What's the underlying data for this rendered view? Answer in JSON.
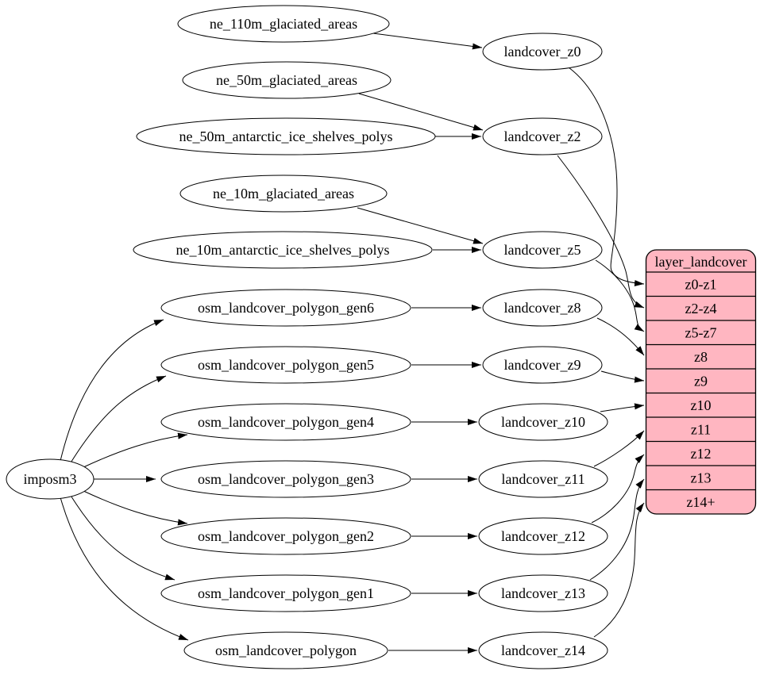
{
  "diagram_type": "dependency-graph",
  "colors": {
    "table_fill": "#ffb6c1",
    "node_fill": "#ffffff",
    "stroke": "#000000",
    "background": "#ffffff"
  },
  "nodes": {
    "imposm3": {
      "label": "imposm3"
    },
    "ne_110m_glaciated_areas": {
      "label": "ne_110m_glaciated_areas"
    },
    "ne_50m_glaciated_areas": {
      "label": "ne_50m_glaciated_areas"
    },
    "ne_50m_antarctic_ice_shelves_polys": {
      "label": "ne_50m_antarctic_ice_shelves_polys"
    },
    "ne_10m_glaciated_areas": {
      "label": "ne_10m_glaciated_areas"
    },
    "ne_10m_antarctic_ice_shelves_polys": {
      "label": "ne_10m_antarctic_ice_shelves_polys"
    },
    "osm_landcover_polygon_gen6": {
      "label": "osm_landcover_polygon_gen6"
    },
    "osm_landcover_polygon_gen5": {
      "label": "osm_landcover_polygon_gen5"
    },
    "osm_landcover_polygon_gen4": {
      "label": "osm_landcover_polygon_gen4"
    },
    "osm_landcover_polygon_gen3": {
      "label": "osm_landcover_polygon_gen3"
    },
    "osm_landcover_polygon_gen2": {
      "label": "osm_landcover_polygon_gen2"
    },
    "osm_landcover_polygon_gen1": {
      "label": "osm_landcover_polygon_gen1"
    },
    "osm_landcover_polygon": {
      "label": "osm_landcover_polygon"
    },
    "landcover_z0": {
      "label": "landcover_z0"
    },
    "landcover_z2": {
      "label": "landcover_z2"
    },
    "landcover_z5": {
      "label": "landcover_z5"
    },
    "landcover_z8": {
      "label": "landcover_z8"
    },
    "landcover_z9": {
      "label": "landcover_z9"
    },
    "landcover_z10": {
      "label": "landcover_z10"
    },
    "landcover_z11": {
      "label": "landcover_z11"
    },
    "landcover_z12": {
      "label": "landcover_z12"
    },
    "landcover_z13": {
      "label": "landcover_z13"
    },
    "landcover_z14": {
      "label": "landcover_z14"
    }
  },
  "table": {
    "title": "layer_landcover",
    "rows": [
      "z0-z1",
      "z2-z4",
      "z5-z7",
      "z8",
      "z9",
      "z10",
      "z11",
      "z12",
      "z13",
      "z14+"
    ]
  },
  "edges": [
    {
      "from": "imposm3",
      "to": "osm_landcover_polygon_gen6"
    },
    {
      "from": "imposm3",
      "to": "osm_landcover_polygon_gen5"
    },
    {
      "from": "imposm3",
      "to": "osm_landcover_polygon_gen4"
    },
    {
      "from": "imposm3",
      "to": "osm_landcover_polygon_gen3"
    },
    {
      "from": "imposm3",
      "to": "osm_landcover_polygon_gen2"
    },
    {
      "from": "imposm3",
      "to": "osm_landcover_polygon_gen1"
    },
    {
      "from": "imposm3",
      "to": "osm_landcover_polygon"
    },
    {
      "from": "ne_110m_glaciated_areas",
      "to": "landcover_z0"
    },
    {
      "from": "ne_50m_glaciated_areas",
      "to": "landcover_z2"
    },
    {
      "from": "ne_50m_antarctic_ice_shelves_polys",
      "to": "landcover_z2"
    },
    {
      "from": "ne_10m_glaciated_areas",
      "to": "landcover_z5"
    },
    {
      "from": "ne_10m_antarctic_ice_shelves_polys",
      "to": "landcover_z5"
    },
    {
      "from": "osm_landcover_polygon_gen6",
      "to": "landcover_z8"
    },
    {
      "from": "osm_landcover_polygon_gen5",
      "to": "landcover_z9"
    },
    {
      "from": "osm_landcover_polygon_gen4",
      "to": "landcover_z10"
    },
    {
      "from": "osm_landcover_polygon_gen3",
      "to": "landcover_z11"
    },
    {
      "from": "osm_landcover_polygon_gen2",
      "to": "landcover_z12"
    },
    {
      "from": "osm_landcover_polygon_gen1",
      "to": "landcover_z13"
    },
    {
      "from": "osm_landcover_polygon",
      "to": "landcover_z14"
    },
    {
      "from": "landcover_z0",
      "to": "layer_landcover:z0-z1"
    },
    {
      "from": "landcover_z2",
      "to": "layer_landcover:z2-z4"
    },
    {
      "from": "landcover_z5",
      "to": "layer_landcover:z5-z7"
    },
    {
      "from": "landcover_z8",
      "to": "layer_landcover:z8"
    },
    {
      "from": "landcover_z9",
      "to": "layer_landcover:z9"
    },
    {
      "from": "landcover_z10",
      "to": "layer_landcover:z10"
    },
    {
      "from": "landcover_z11",
      "to": "layer_landcover:z11"
    },
    {
      "from": "landcover_z12",
      "to": "layer_landcover:z12"
    },
    {
      "from": "landcover_z13",
      "to": "layer_landcover:z13"
    },
    {
      "from": "landcover_z14",
      "to": "layer_landcover:z14+"
    }
  ]
}
